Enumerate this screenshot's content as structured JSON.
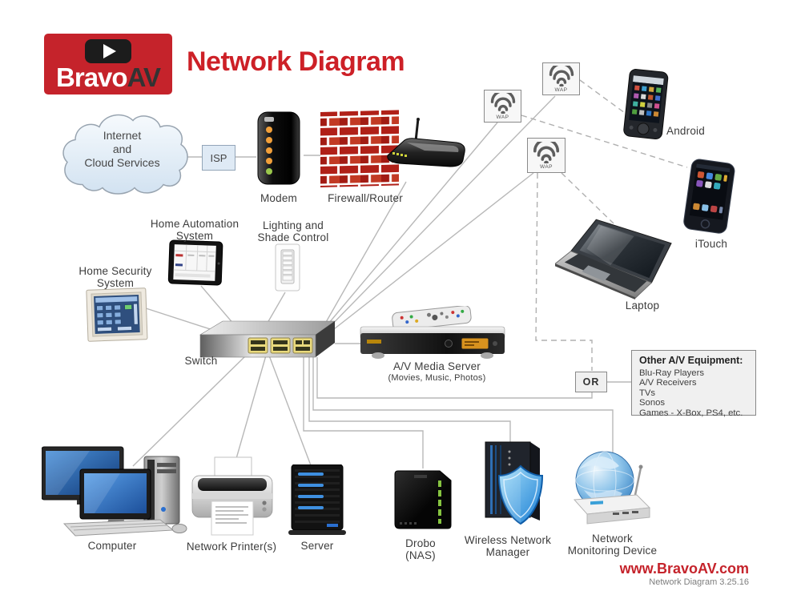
{
  "header": {
    "logo": {
      "word1": "Bravo",
      "word2": "AV",
      "icon": "play-icon"
    },
    "title": "Network Diagram"
  },
  "colors": {
    "brand_red": "#c5232b",
    "title_red": "#cd2027",
    "line_gray": "#b8b8b8",
    "label_gray": "#3c3c3c"
  },
  "nodes": {
    "cloud": {
      "line1": "Internet",
      "line2": "and",
      "line3": "Cloud Services"
    },
    "isp": {
      "label": "ISP"
    },
    "modem": {
      "label": "Modem"
    },
    "firewall": {
      "label": "Firewall/Router"
    },
    "wap1": {
      "label": "WAP",
      "icon": "wifi-icon"
    },
    "wap2": {
      "label": "WAP",
      "icon": "wifi-icon"
    },
    "wap3": {
      "label": "WAP",
      "icon": "wifi-icon"
    },
    "android": {
      "label": "Android"
    },
    "itouch": {
      "label": "iTouch"
    },
    "laptop": {
      "label": "Laptop"
    },
    "home_automation": {
      "line1": "Home Automation",
      "line2": "System"
    },
    "lighting": {
      "line1": "Lighting and",
      "line2": "Shade Control"
    },
    "security": {
      "line1": "Home Security",
      "line2": "System"
    },
    "switch": {
      "label": "Switch"
    },
    "media_server": {
      "label": "A/V Media Server",
      "sublabel": "(Movies, Music, Photos)"
    },
    "or": {
      "label": "OR"
    },
    "other_av": {
      "title": "Other A/V Equipment:",
      "items": [
        "Blu-Ray Players",
        "A/V Receivers",
        "TVs",
        "Sonos",
        "Games - X-Box, PS4, etc."
      ]
    },
    "computer": {
      "label": "Computer"
    },
    "printer": {
      "label": "Network Printer(s)"
    },
    "server": {
      "label": "Server"
    },
    "drobo": {
      "line1": "Drobo",
      "line2": "(NAS)"
    },
    "wireless_network_manager": {
      "line1": "Wireless Network",
      "line2": "Manager"
    },
    "network_monitoring": {
      "line1": "Network",
      "line2": "Monitoring Device"
    }
  },
  "footer": {
    "url": "www.BravoAV.com",
    "version": "Network Diagram 3.25.16"
  }
}
